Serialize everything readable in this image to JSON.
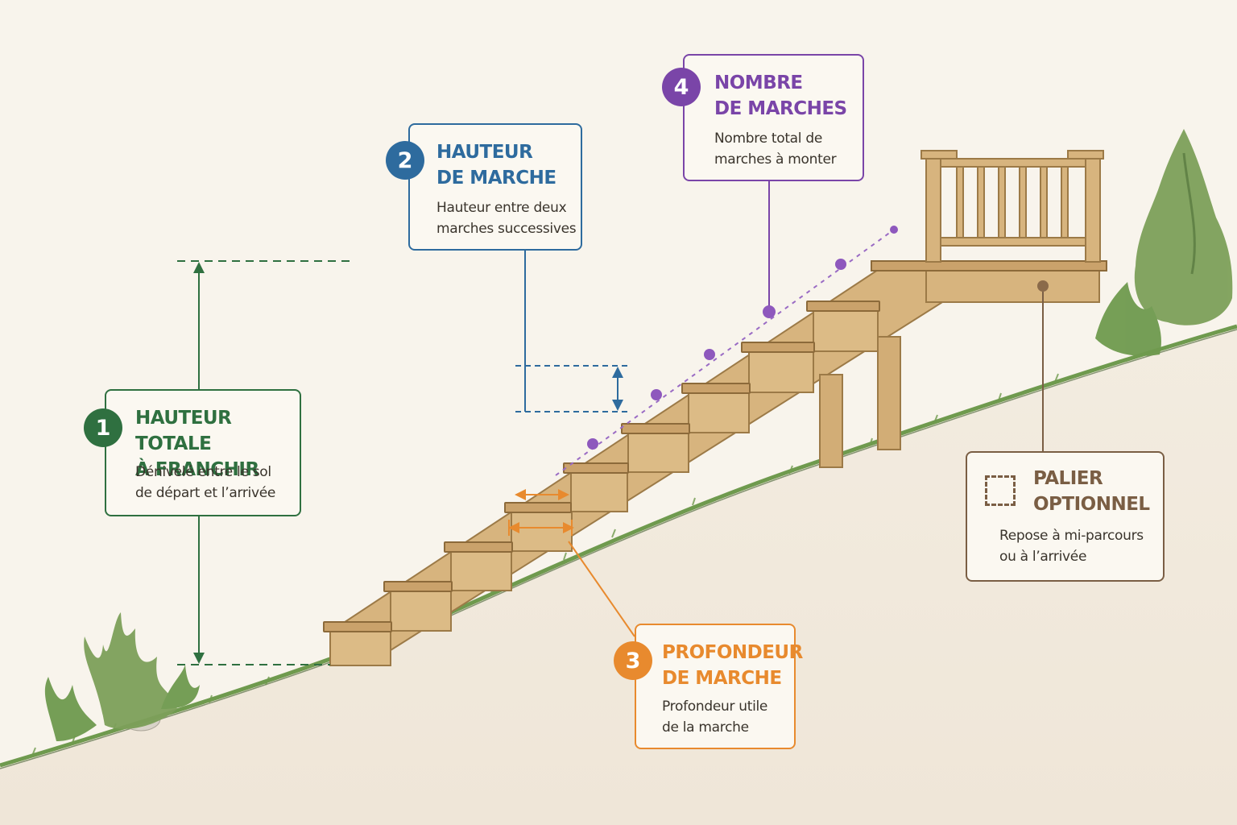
{
  "colors": {
    "background": "#f8f4ec",
    "ground": "#f1e9dc",
    "grass": "#6f9a4e",
    "wood": "#d7b47e",
    "wood_dark": "#9c7a47",
    "callout_1": "#2f7040",
    "callout_2": "#2e6b9e",
    "callout_3": "#e88a2e",
    "callout_4": "#7a45a8",
    "callout_5": "#7a5e44"
  },
  "callouts": [
    {
      "number": "1",
      "title_lines": [
        "HAUTEUR TOTALE",
        "À FRANCHIR"
      ],
      "desc_lines": [
        "Dénivelé entre le sol",
        "de départ et l’arrivée"
      ]
    },
    {
      "number": "2",
      "title_lines": [
        "HAUTEUR",
        "DE MARCHE"
      ],
      "desc_lines": [
        "Hauteur entre deux",
        "marches successives"
      ]
    },
    {
      "number": "3",
      "title_lines": [
        "PROFONDEUR",
        "DE MARCHE"
      ],
      "desc_lines": [
        "Profondeur utile",
        "de la marche"
      ]
    },
    {
      "number": "4",
      "title_lines": [
        "NOMBRE",
        "DE MARCHES"
      ],
      "desc_lines": [
        "Nombre total de",
        "marches à monter"
      ]
    },
    {
      "icon": "dashed-square-icon",
      "title_lines": [
        "PALIER",
        "OPTIONNEL"
      ],
      "desc_lines": [
        "Repose à mi-parcours",
        "ou à l’arrivée"
      ]
    }
  ]
}
